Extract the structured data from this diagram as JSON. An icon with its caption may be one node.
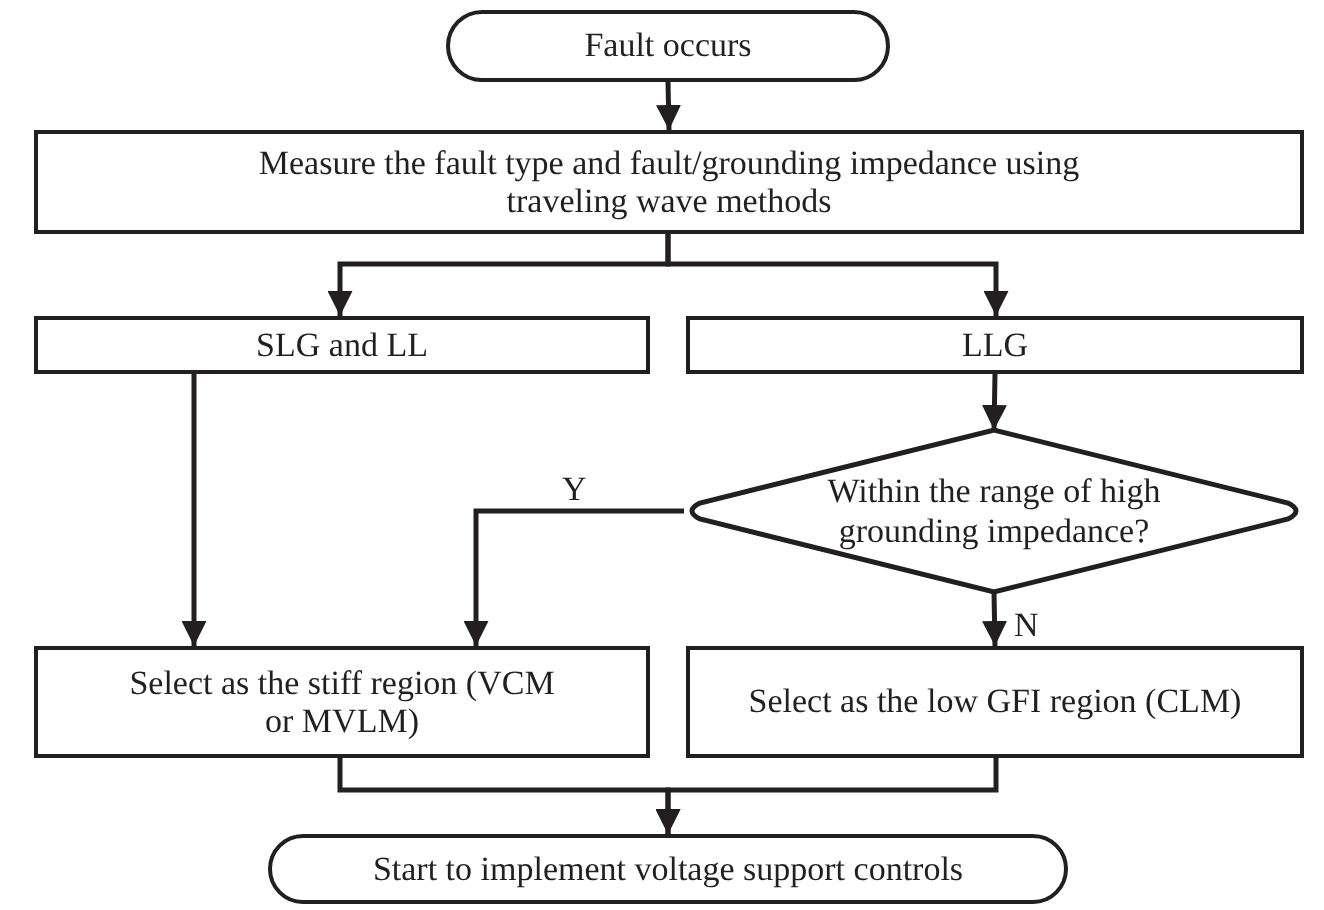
{
  "diagram": {
    "nodes": [
      {
        "text": [
          "Fault occurs"
        ]
      },
      {
        "text": [
          "Measure the fault type and fault/grounding impedance using traveling wave methods"
        ]
      },
      {
        "text": [
          "SLG and LL"
        ]
      },
      {
        "text": [
          "LLG"
        ]
      },
      {
        "text": [
          "Within the range of high grounding impedance?"
        ]
      },
      {
        "text": [
          "Select as the stiff region (VCM or MVLM)"
        ]
      },
      {
        "text": [
          "Select as the low GFI region (CLM)"
        ]
      },
      {
        "text": [
          "Start to implement voltage support controls"
        ]
      }
    ],
    "edges": [
      {
        "from": 0,
        "to": 1,
        "arrow": "to"
      },
      {
        "from": 1,
        "to": 2,
        "arrow": "to"
      },
      {
        "from": 1,
        "to": 3,
        "arrow": "to"
      },
      {
        "from": 2,
        "to": 5,
        "arrow": "to"
      },
      {
        "from": 3,
        "to": 4,
        "arrow": "to"
      },
      {
        "from": 4,
        "to": 5,
        "arrow": "to",
        "label": "Y"
      },
      {
        "from": 4,
        "to": 6,
        "arrow": "to",
        "label": "N"
      },
      {
        "from": 5,
        "to": 7,
        "arrow": "to"
      },
      {
        "from": 6,
        "to": 7,
        "arrow": "to"
      }
    ]
  }
}
